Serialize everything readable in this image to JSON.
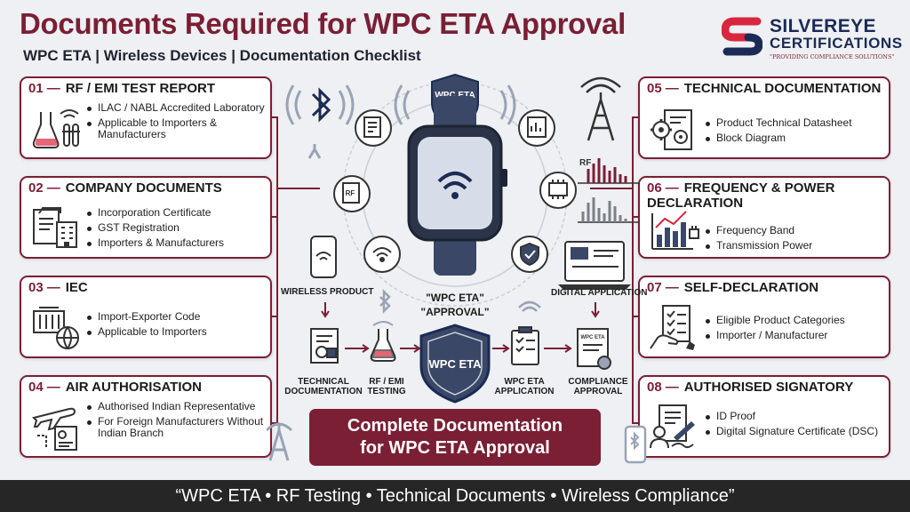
{
  "header": {
    "title": "Documents Required for WPC ETA Approval",
    "subtitle": "WPC ETA | Wireless Devices | Documentation Checklist"
  },
  "logo": {
    "name_line1": "SILVEREYE",
    "name_line2": "CERTIFICATIONS",
    "tagline": "\"PROVIDING COMPLIANCE SOLUTIONS\"",
    "colors": {
      "red": "#d7263d",
      "navy": "#1c2b55"
    }
  },
  "cards": [
    {
      "num": "01",
      "title": "RF / EMI TEST REPORT",
      "items": [
        "ILAC / NABL Accredited Laboratory",
        "Applicable to Importers & Manufacturers"
      ],
      "icon": "lab-flask-icon"
    },
    {
      "num": "02",
      "title": "COMPANY DOCUMENTS",
      "items": [
        "Incorporation Certificate",
        "GST Registration",
        "Importers & Manufacturers"
      ],
      "icon": "company-documents-icon"
    },
    {
      "num": "03",
      "title": "IEC",
      "items": [
        "Import-Exporter Code",
        "Applicable to Importers"
      ],
      "icon": "container-globe-icon"
    },
    {
      "num": "04",
      "title": "AIR AUTHORISATION",
      "items": [
        "Authorised Indian Representative",
        "For Foreign Manufacturers Without Indian Branch"
      ],
      "icon": "airplane-certificate-icon"
    },
    {
      "num": "05",
      "title": "TECHNICAL DOCUMENTATION",
      "items": [
        "Product Technical Datasheet",
        "Block Diagram"
      ],
      "icon": "technical-gear-icon"
    },
    {
      "num": "06",
      "title": "FREQUENCY & POWER DECLARATION",
      "items": [
        "Frequency Band",
        "Transmission Power"
      ],
      "icon": "frequency-chart-icon"
    },
    {
      "num": "07",
      "title": "SELF-DECLARATION",
      "items": [
        "Eligible Product Categories",
        "Importer / Manufacturer"
      ],
      "icon": "checklist-hand-icon"
    },
    {
      "num": "08",
      "title": "AUTHORISED SIGNATORY",
      "items": [
        "ID Proof",
        "Digital Signature Certificate (DSC)"
      ],
      "icon": "signatory-id-icon"
    }
  ],
  "center": {
    "shield_top": "WPC ETA",
    "rf_label": "RF",
    "doc_rf": "RF",
    "doc_shield_label": "WPC ETA",
    "shield_main": "WPC ETA",
    "wireless_product": "WIRELESS PRODUCT",
    "quote1": "\"WPC ETA\"",
    "quote2": "\"APPROVAL\"",
    "digital_application": "DIGITAL APPLICATION",
    "technical_documentation": "TECHNICAL DOCUMENTATION",
    "rf_emi_testing": "RF / EMI TESTING",
    "wpc_eta_application": "WPC ETA APPLICATION",
    "compliance_approval": "COMPLIANCE APPROVAL"
  },
  "cta": {
    "line1": "Complete Documentation",
    "line2": "for WPC ETA Approval"
  },
  "footer": {
    "text": "“WPC ETA • RF Testing • Technical Documents • Wireless Compliance”"
  },
  "colors": {
    "maroon": "#7a1f34",
    "navy": "#3a4766",
    "background": "#eef0f3",
    "footer": "#262626"
  }
}
